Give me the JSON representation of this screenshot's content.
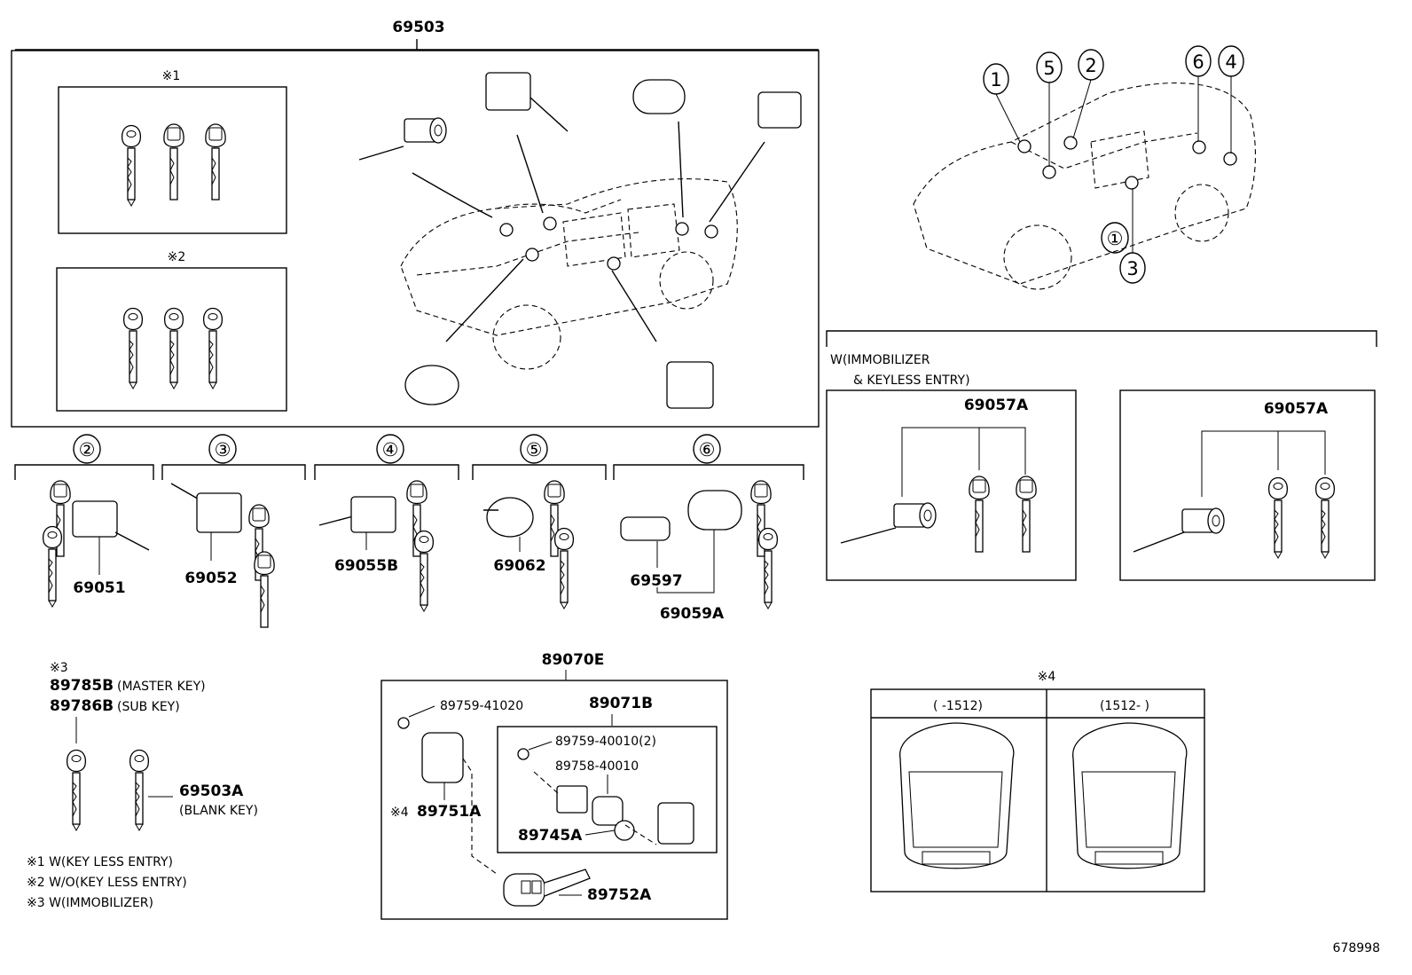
{
  "diagram_id": "678998",
  "top_assembly": {
    "part": "69503"
  },
  "groups": {
    "g1": {
      "mark": "※1"
    },
    "g2": {
      "mark": "※2"
    },
    "g4": {
      "mark": "※4",
      "col1": "(      -1512)",
      "col2": "(1512-      )"
    }
  },
  "callouts": [
    "①",
    "②",
    "③",
    "④",
    "⑤",
    "⑥"
  ],
  "overview_callouts": [
    "1",
    "5",
    "2",
    "6",
    "4",
    "3"
  ],
  "sections": [
    {
      "num": "②",
      "parts": [
        "69051"
      ]
    },
    {
      "num": "③",
      "parts": [
        "69052"
      ]
    },
    {
      "num": "④",
      "parts": [
        "69055B"
      ]
    },
    {
      "num": "⑤",
      "parts": [
        "69062"
      ]
    },
    {
      "num": "⑥",
      "parts": [
        "69597",
        "69059A"
      ]
    }
  ],
  "section1": {
    "num": "①",
    "left_title1": "W(IMMOBILIZER",
    "left_title2": "& KEYLESS ENTRY)",
    "left_part": "69057A",
    "right_part": "69057A"
  },
  "keys": {
    "mark": "※3",
    "master_part": "89785B",
    "master_note": "(MASTER KEY)",
    "sub_part": "89786B",
    "sub_note": "(SUB KEY)",
    "blank_part": "69503A",
    "blank_note": "(BLANK KEY)"
  },
  "notes": [
    "※1 W(KEY LESS ENTRY)",
    "※2 W/O(KEY LESS ENTRY)",
    "※3 W(IMMOBILIZER)"
  ],
  "transmitter": {
    "assembly": "89070E",
    "screw": "89759-41020",
    "cover": "89751A",
    "cover_mark": "※4",
    "sub_assembly": "89071B",
    "screw2": "89759-40010(2)",
    "part2": "89758-40010",
    "battery": "89745A",
    "key": "89752A"
  }
}
